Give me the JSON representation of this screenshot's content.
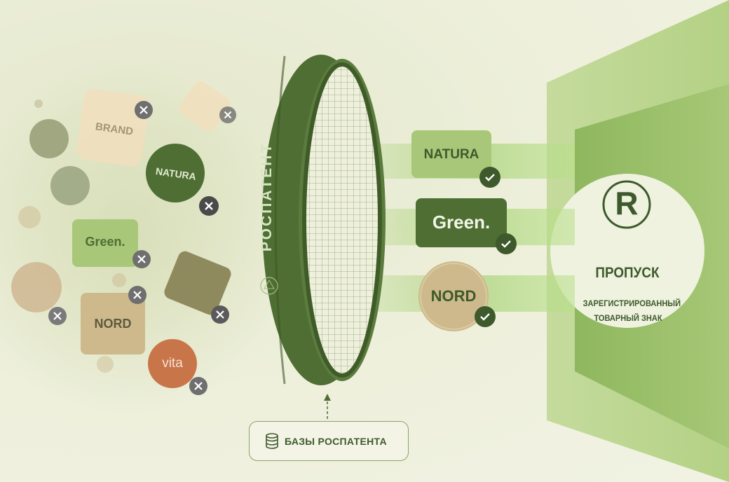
{
  "filter": {
    "ring_label": "РОСПАТЕНТ"
  },
  "rejected": {
    "brand": "BRAND",
    "natura": "NATURA",
    "green": "Green.",
    "nord": "NORD",
    "vita": "vita"
  },
  "passed": {
    "natura": "NATURA",
    "green": "Green.",
    "nord": "NORD"
  },
  "gate": {
    "symbol": "R",
    "title": "ПРОПУСК",
    "subtitle_line1": "ЗАРЕГИСТРИРОВАННЫЙ",
    "subtitle_line2": "ТОВАРНЫЙ ЗНАК"
  },
  "database": {
    "label": "БАЗЫ РОСПАТЕНТА"
  },
  "colors": {
    "dark_green": "#4e6e33",
    "light_green": "#a9c779",
    "beige": "#c9b58a",
    "terracotta": "#c9754a",
    "olive": "#8f8a5e"
  }
}
